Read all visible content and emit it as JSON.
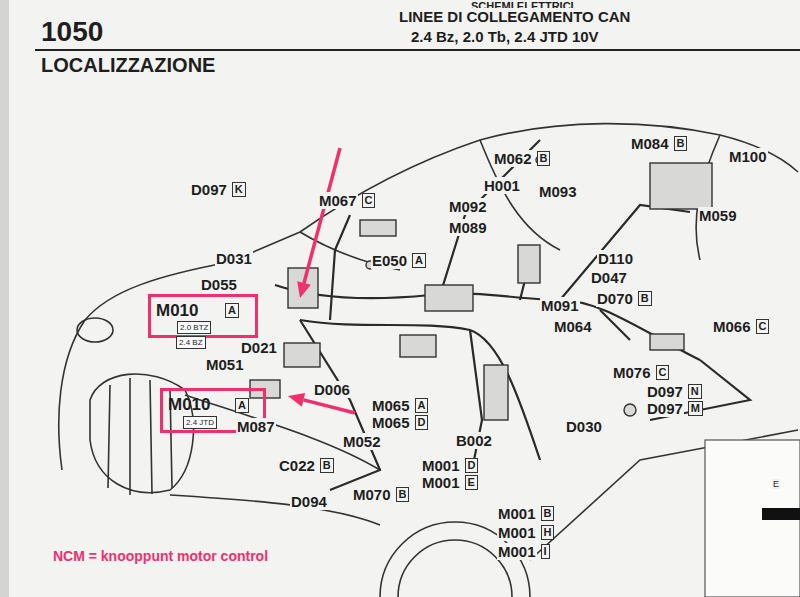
{
  "diagram": {
    "nodes": [
      {
        "text": [
          "M010"
        ]
      },
      {
        "text": [
          "A"
        ],
        "in": 0
      },
      {
        "text": [
          "2.0 BTZ"
        ],
        "in": 0
      },
      {
        "text": [
          "2.4 BZ"
        ]
      },
      {
        "text": [
          "M010"
        ]
      },
      {
        "text": [
          "A"
        ],
        "in": 4
      },
      {
        "text": [
          "2.4 JTD"
        ],
        "in": 4
      },
      {
        "text": [
          "M084",
          "B"
        ]
      },
      {
        "text": [
          "M062",
          "B"
        ]
      },
      {
        "text": [
          "D097",
          "K"
        ]
      },
      {
        "text": [
          "M067",
          "C"
        ]
      },
      {
        "text": [
          "E050",
          "A"
        ]
      },
      {
        "text": [
          "D070",
          "B"
        ]
      },
      {
        "text": [
          "M066",
          "C"
        ]
      },
      {
        "text": [
          "M076",
          "C"
        ]
      },
      {
        "text": [
          "D097",
          "N"
        ]
      },
      {
        "text": [
          "M065",
          "A"
        ]
      },
      {
        "text": [
          "D097",
          "M"
        ]
      },
      {
        "text": [
          "M065",
          "D"
        ]
      },
      {
        "text": [
          "C022",
          "B"
        ]
      },
      {
        "text": [
          "M001",
          "D"
        ]
      },
      {
        "text": [
          "M001",
          "E"
        ]
      },
      {
        "text": [
          "M070",
          "B"
        ]
      },
      {
        "text": [
          "M001",
          "B"
        ]
      },
      {
        "text": [
          "M001",
          "H"
        ]
      },
      {
        "text": [
          "M001",
          "I"
        ]
      }
    ],
    "labels": [
      "SCHEMI ELETTRICI",
      "1050",
      "LINEE DI COLLEGAMENTO CAN",
      "2.4 Bz, 2.0 Tb, 2.4 JTD 10V",
      "LOCALIZZAZIONE",
      "M100",
      "H001",
      "M093",
      "M092",
      "M059",
      "M089",
      "D031",
      "D110",
      "D047",
      "D055",
      "M091",
      "M064",
      "D021",
      "M051",
      "D006",
      "D030",
      "M087",
      "M052",
      "B002",
      "E",
      "D094",
      "NCM = knooppunt motor control"
    ]
  }
}
